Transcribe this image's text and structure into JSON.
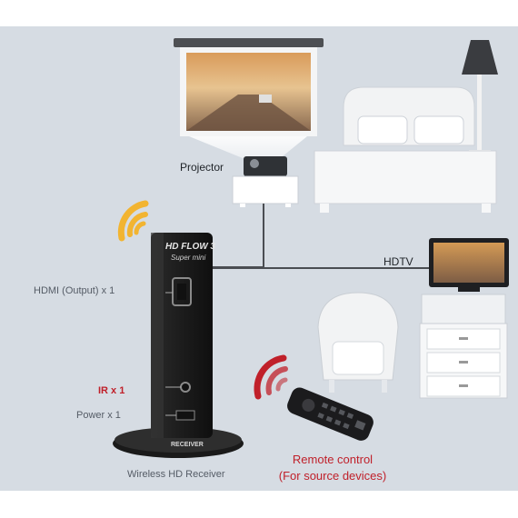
{
  "labels": {
    "projector": "Projector",
    "hdtv": "HDTV",
    "hdmi_output": "HDMI (Output)  x 1",
    "ir": "IR x 1",
    "power": "Power x 1",
    "receiver_caption": "Wireless HD Receiver",
    "remote_line1": "Remote control",
    "remote_line2": "(For source devices)"
  },
  "device": {
    "brand": "HD FLOW 3",
    "model": "Super mini",
    "badge": "RECEIVER"
  },
  "colors": {
    "background": "#d6dce3",
    "wireless_signal": "#f2b431",
    "remote_signal": "#c0202a",
    "label_gray": "#555c66",
    "label_red": "#c0202a"
  },
  "icons": [
    "wifi-signal-icon",
    "remote-signal-icon"
  ]
}
